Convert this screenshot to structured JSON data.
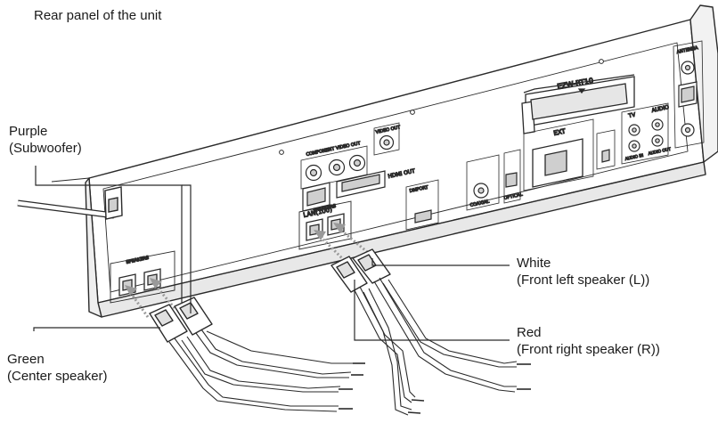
{
  "title": "Rear panel of the unit",
  "callouts": {
    "purple": {
      "line1": "Purple",
      "line2": "(Subwoofer)"
    },
    "white": {
      "line1": "White",
      "line2": "(Front left speaker (L))"
    },
    "red": {
      "line1": "Red",
      "line2": "(Front right speaker (R))"
    },
    "green": {
      "line1": "Green",
      "line2": "(Center speaker)"
    }
  },
  "panel_labels": {
    "ezw": "EZW-RT10",
    "component_video": "COMPONENT VIDEO OUT",
    "video_out": "VIDEO OUT",
    "lan": "LAN(100)",
    "hdmi_out": "HDMI OUT",
    "speakers_front": "SPEAKERS",
    "speakers_center": "SPEAKERS",
    "dmport": "DMPORT",
    "coaxial": "COAXIAL",
    "optical": "OPTICAL",
    "ext": "EXT",
    "antenna": "ANTENNA",
    "tv": "TV",
    "audio": "AUDIO",
    "audio_in": "AUDIO IN",
    "audio_out": "AUDIO OUT"
  },
  "colors": {
    "outline": "#2a2a2a",
    "panel_fill": "#ffffff",
    "shade": "#cfcfcf",
    "arrow": "#9a9a9a"
  }
}
